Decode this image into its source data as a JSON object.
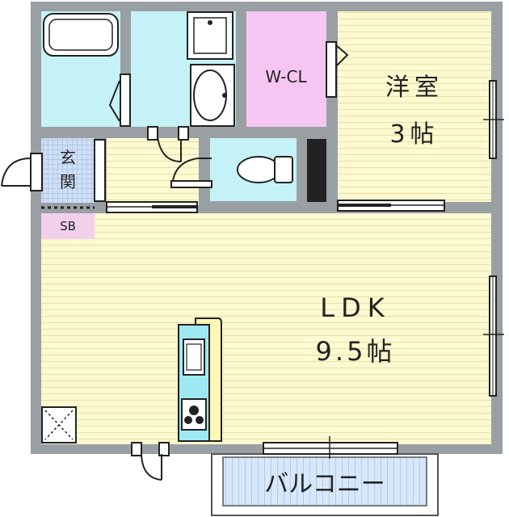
{
  "rooms": {
    "bedroom": {
      "line1": "洋室",
      "line2": "3帖"
    },
    "closet": {
      "label": "W-CL"
    },
    "ldk": {
      "line1": "LDK",
      "line2": "9.5帖"
    },
    "entrance": {
      "line1": "玄",
      "line2": "関"
    },
    "shoebox": {
      "label": "SB"
    },
    "balcony": {
      "label": "バルコニー"
    }
  },
  "colors": {
    "wall": "#9a9fa4",
    "floor": "#fdf9d0",
    "wet": "#c5f2f6",
    "closet": "#f6c6f2",
    "entrance": "#cfe0f6",
    "shoebox": "#f2d0ec",
    "balcony": "#d7e8fb",
    "line": "#222222"
  }
}
